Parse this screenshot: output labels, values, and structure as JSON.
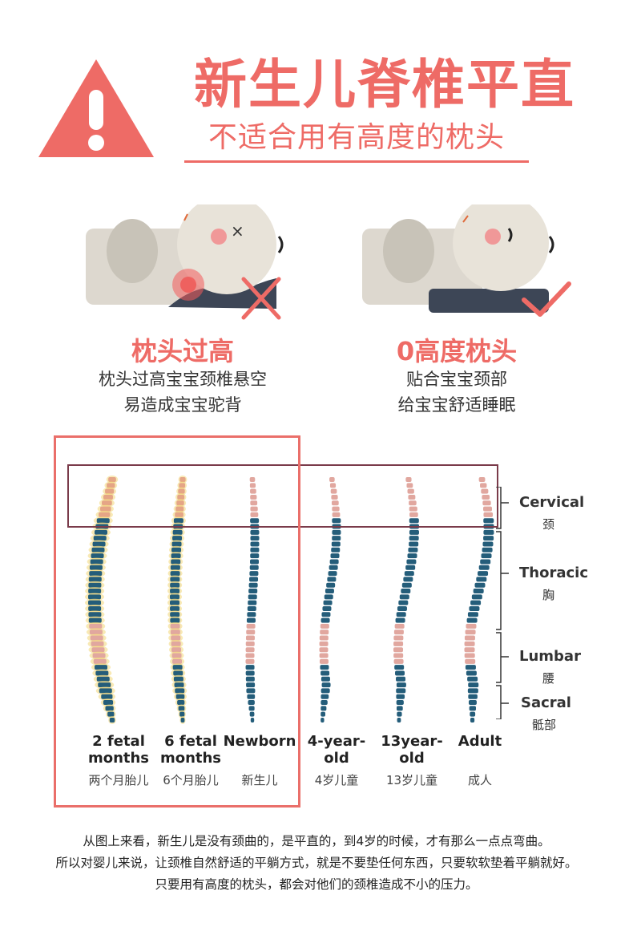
{
  "header": {
    "title": "新生儿脊椎平直",
    "subtitle": "不适合用有高度的枕头"
  },
  "comparison": {
    "bad": {
      "title": "枕头过高",
      "desc_line1": "枕头过高宝宝颈椎悬空",
      "desc_line2": "易造成宝宝驼背"
    },
    "good": {
      "title": "0高度枕头",
      "desc_line1": "贴合宝宝颈部",
      "desc_line2": "给宝宝舒适睡眠"
    }
  },
  "spine_chart": {
    "stages": [
      {
        "en_line1": "2 fetal",
        "en_line2": "months",
        "zh": "两个月胎儿"
      },
      {
        "en_line1": "6 fetal",
        "en_line2": "months",
        "zh": "6个月胎儿"
      },
      {
        "en_line1": "Newborn",
        "en_line2": "",
        "zh": "新生儿"
      },
      {
        "en_line1": "4-year-",
        "en_line2": "old",
        "zh": "4岁儿童"
      },
      {
        "en_line1": "13year-",
        "en_line2": "old",
        "zh": "13岁儿童"
      },
      {
        "en_line1": "Adult",
        "en_line2": "",
        "zh": "成人"
      }
    ],
    "regions": [
      {
        "en": "Cervical",
        "zh": "颈"
      },
      {
        "en": "Thoracic",
        "zh": "胸"
      },
      {
        "en": "Lumbar",
        "zh": "腰"
      },
      {
        "en": "Sacral",
        "zh": "骶部"
      }
    ]
  },
  "footnote": {
    "line1": "从图上来看，新生儿是没有颈曲的，是平直的，到4岁的时候，才有那么一点点弯曲。",
    "line2": "所以对婴儿来说，让颈椎自然舒适的平躺方式，就是不要垫任何东西，只要软软垫着平躺就好。",
    "line3": "只要用有高度的枕头，都会对他们的颈椎造成不小的压力。"
  },
  "colors": {
    "accent": "#ee6b66",
    "spine_blue": "#245d7a",
    "spine_pink": "#e1a79f",
    "frame_dark": "#7a3b4a"
  }
}
